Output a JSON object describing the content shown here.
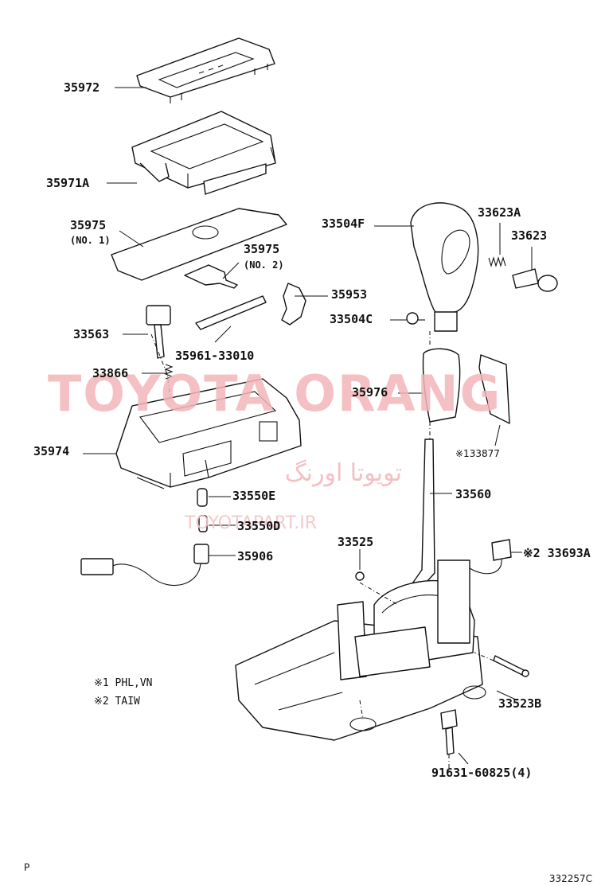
{
  "parts": {
    "p35972": "35972",
    "p35971A": "35971A",
    "p35975_1": "35975",
    "p35975_1_sub": "(NO. 1)",
    "p35975_2": "35975",
    "p35975_2_sub": "(NO. 2)",
    "p35953": "35953",
    "p33563": "33563",
    "p35961": "35961-33010",
    "p33866": "33866",
    "p35974": "35974",
    "p33550E": "33550E",
    "p33550D": "33550D",
    "p35906": "35906",
    "p33504F": "33504F",
    "p33623A": "33623A",
    "p33623": "33623",
    "p33504C": "33504C",
    "p35976": "35976",
    "p133877": "※133877",
    "p33560": "33560",
    "p33525": "33525",
    "p33693A": "※2 33693A",
    "p33523B": "33523B",
    "p91631": "91631-60825(4)"
  },
  "notes": {
    "note1": "※1 PHL,VN",
    "note2": "※2 TAIW"
  },
  "watermark": {
    "brand": "TOYOTA ORANG",
    "persian": "تویوتا اورنگ",
    "site": "TOYOTAPART.IR"
  },
  "footer": {
    "corner_letter": "P",
    "figure_code": "332257C"
  }
}
